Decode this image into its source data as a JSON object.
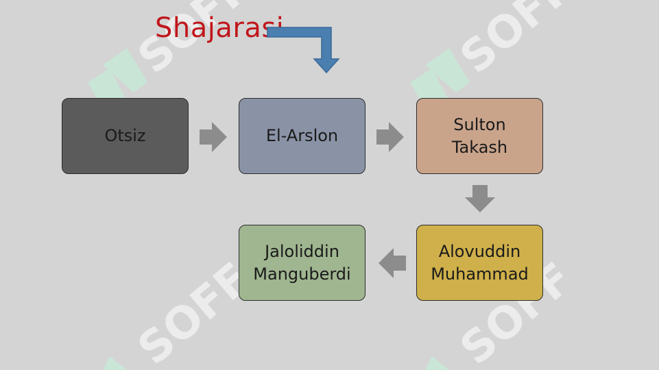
{
  "title": "Shajarasi",
  "watermark_text": "SOFF",
  "colors": {
    "background": "#d4d4d4",
    "title": "#c0161b",
    "connector": "#8c8c8c",
    "pointer_arrow": "#4a7fb0",
    "watermark": "#ffffff",
    "watermark_mark": "#c7ead7"
  },
  "nodes": [
    {
      "id": "otsiz",
      "label": "Otsiz",
      "color": "#5b5b5b"
    },
    {
      "id": "el-arslon",
      "label": "El-Arslon",
      "color": "#8a93a6"
    },
    {
      "id": "sulton-takash",
      "label": "Sulton\nTakash",
      "color": "#c9a48b"
    },
    {
      "id": "alovuddin-muhammad",
      "label": "Alovuddin\nMuhammad",
      "color": "#cfb04a"
    },
    {
      "id": "jaloliddin-manguberdi",
      "label": "Jaloliddin\nManguberdi",
      "color": "#9fb690"
    }
  ],
  "edges": [
    {
      "from": "otsiz",
      "to": "el-arslon"
    },
    {
      "from": "el-arslon",
      "to": "sulton-takash"
    },
    {
      "from": "sulton-takash",
      "to": "alovuddin-muhammad"
    },
    {
      "from": "alovuddin-muhammad",
      "to": "jaloliddin-manguberdi"
    }
  ]
}
